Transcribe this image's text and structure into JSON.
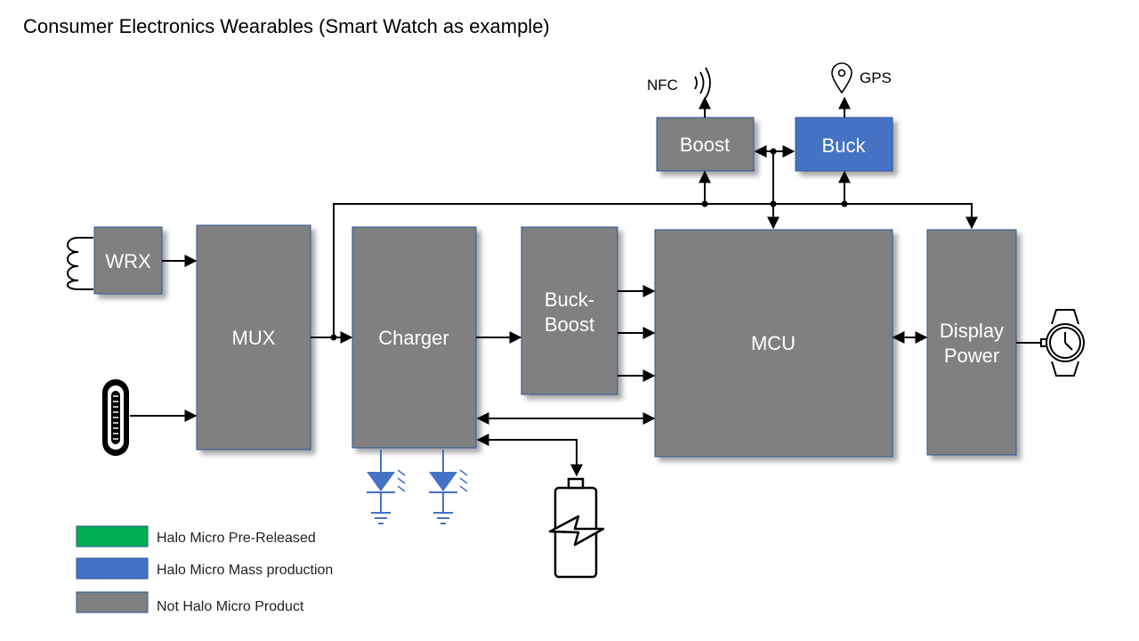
{
  "title": "Consumer Electronics  Wearables (Smart Watch as example)",
  "colors": {
    "gray_block": "#808080",
    "blue_block": "#4472C4",
    "green_block": "#00B050",
    "line": "#000000",
    "led": "#4472C4"
  },
  "blocks": {
    "wrx": "WRX",
    "mux": "MUX",
    "charger": "Charger",
    "buck_boost_1": "Buck-",
    "buck_boost_2": "Boost",
    "mcu": "MCU",
    "display_power_1": "Display",
    "display_power_2": "Power",
    "boost": "Boost",
    "buck": "Buck"
  },
  "labels": {
    "nfc": "NFC",
    "gps": "GPS"
  },
  "icons": [
    "coil-icon",
    "usb-c-icon",
    "nfc-waves-icon",
    "gps-pin-icon",
    "watch-icon",
    "battery-icon",
    "led-icon"
  ],
  "legend": [
    {
      "label": "Halo Micro  Pre-Released",
      "color": "#00B050"
    },
    {
      "label": "Halo Micro  Mass production",
      "color": "#4472C4"
    },
    {
      "label": "Not Halo Micro Product",
      "color": "#808080"
    }
  ]
}
